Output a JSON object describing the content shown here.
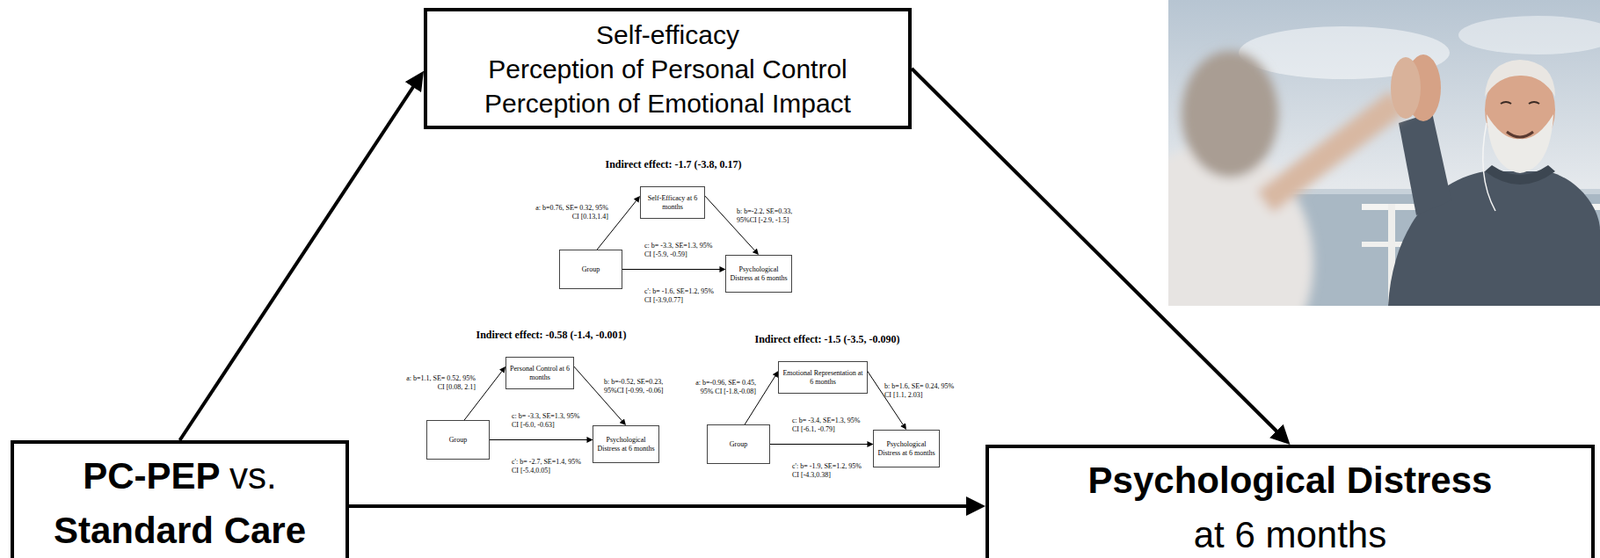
{
  "diagram": {
    "nodes": [
      {
        "text": [
          "Self-efficacy",
          "Perception of Personal Control",
          "Perception of Emotional Impact"
        ]
      },
      {
        "text": [
          "PC-PEP",
          "vs.",
          "Standard Care"
        ]
      },
      {
        "text": [
          "Psychological Distress",
          "at 6 months"
        ]
      },
      {
        "text": [
          "Self-Efficacy at 6 months"
        ]
      },
      {
        "text": [
          "Group"
        ]
      },
      {
        "text": [
          "Psychological Distress at 6 months"
        ]
      },
      {
        "text": [
          "Personal Control at 6 months"
        ]
      },
      {
        "text": [
          "Group"
        ]
      },
      {
        "text": [
          "Psychological Distress at 6 months"
        ]
      },
      {
        "text": [
          "Emotional Representation at 6 months"
        ]
      },
      {
        "text": [
          "Group"
        ]
      },
      {
        "text": [
          "Psychological Distress at 6 months"
        ]
      }
    ],
    "edges": [
      {
        "from": 1,
        "to": 0,
        "arrow": "to"
      },
      {
        "from": 0,
        "to": 2,
        "arrow": "to"
      },
      {
        "from": 1,
        "to": 2,
        "arrow": "to"
      },
      {
        "from": 4,
        "to": 3,
        "label": "a: b=0.76, SE= 0.32, 95% CI [0.13,1.4]",
        "arrow": "to"
      },
      {
        "from": 3,
        "to": 5,
        "label": "b: b=-2.2, SE=0.33, 95%CI [-2.9, -1.5]",
        "arrow": "to"
      },
      {
        "from": 4,
        "to": 5,
        "label": "c: b= -3.3, SE=1.3, 95% CI [-5.9, -0.59]",
        "arrow": "to"
      },
      {
        "from": 7,
        "to": 6,
        "label": "a: b=1.1, SE= 0.52, 95% CI [0.08, 2.1]",
        "arrow": "to"
      },
      {
        "from": 6,
        "to": 8,
        "label": "b: b=-0.52, SE=0.23, 95%CI [-0.99, -0.06]",
        "arrow": "to"
      },
      {
        "from": 7,
        "to": 8,
        "label": "c: b= -3.3, SE=1.3, 95% CI [-6.0, -0.63]",
        "arrow": "to"
      },
      {
        "from": 10,
        "to": 9,
        "label": "a: b=-0.96, SE= 0.45, 95% CI [-1.8,-0.08]",
        "arrow": "to"
      },
      {
        "from": 9,
        "to": 11,
        "label": "b: b=1.6, SE= 0.24, 95% CI [1.1, 2.03]",
        "arrow": "to"
      },
      {
        "from": 10,
        "to": 11,
        "label": "c: b= -3.4, SE=1.3, 95% CI [-6.1, -0.79]",
        "arrow": "to"
      }
    ],
    "labels": [
      "Indirect effect: -1.7 (-3.8, 0.17)",
      "c': b= -1.6, SE=1.2, 95% CI [-3.9,0.77]",
      "Indirect effect: -0.58 (-1.4, -0.001)",
      "c': b= -2.7, SE=1.4, 95% CI [-5.4,0.05]",
      "Indirect effect: -1.5 (-3.5, -0.090)",
      "c': b= -1.9, SE=1.2, 95% CI [-4.3,0.38]"
    ]
  }
}
